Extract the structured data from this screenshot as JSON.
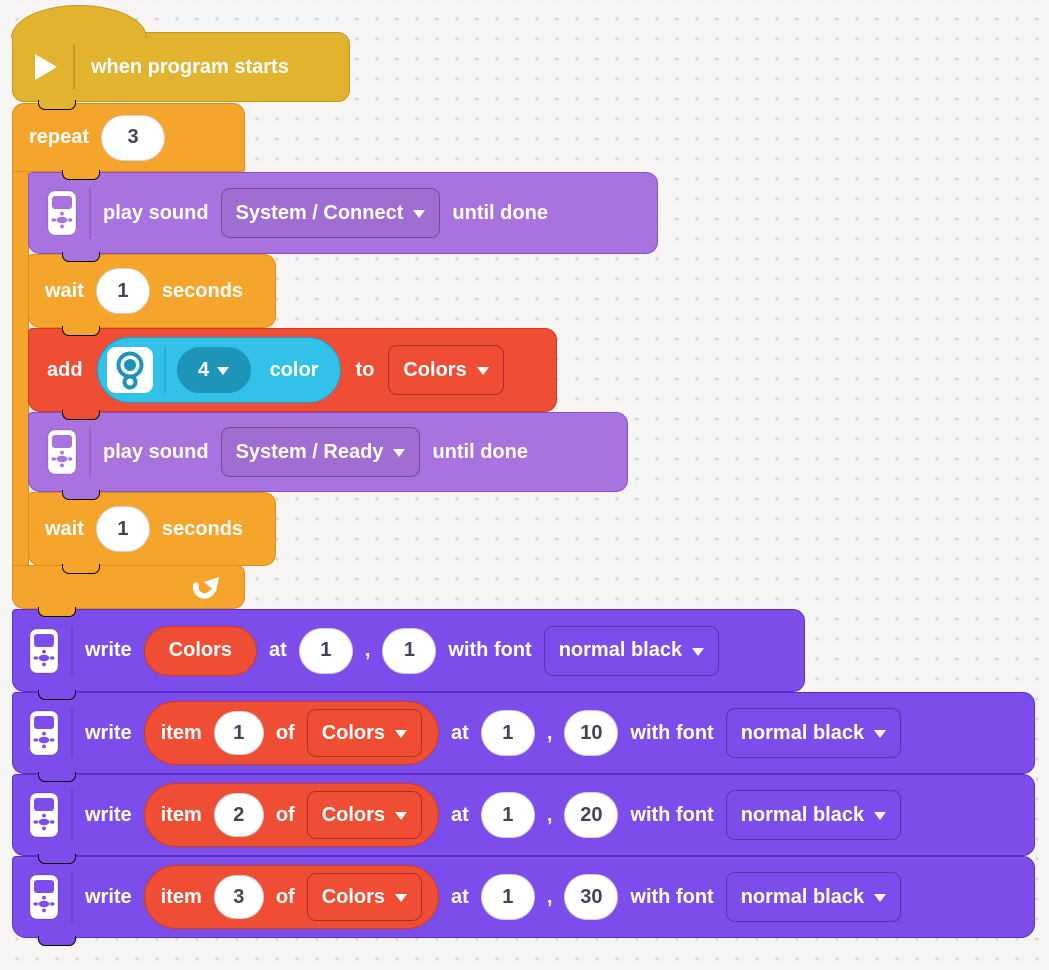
{
  "colors": {
    "background": "#F7F5F4",
    "events_yellow": "#E2B32F",
    "control_orange": "#F5A42C",
    "sound_purple": "#A973DF",
    "list_red": "#EF4D34",
    "sensor_cyan": "#31C1E9",
    "sensor_teal_dark": "#1D94B8",
    "display_violet": "#7C4DEA",
    "number_text": "#44435B"
  },
  "hat": {
    "label": "when program starts"
  },
  "repeat": {
    "label": "repeat",
    "count": "3"
  },
  "sound1": {
    "verb": "play sound",
    "sound": "System / Connect",
    "suffix": "until done"
  },
  "wait1": {
    "verb": "wait",
    "value": "1",
    "unit": "seconds"
  },
  "add": {
    "verb": "add",
    "port": "4",
    "sensor": "color",
    "to": "to",
    "list": "Colors"
  },
  "sound2": {
    "verb": "play sound",
    "sound": "System / Ready",
    "suffix": "until done"
  },
  "wait2": {
    "verb": "wait",
    "value": "1",
    "unit": "seconds"
  },
  "writes": [
    {
      "verb": "write",
      "value": "Colors",
      "at": "at",
      "x": "1",
      "comma": ",",
      "y": "1",
      "font_label": "with font",
      "font": "normal black"
    },
    {
      "verb": "write",
      "item": "item",
      "index": "1",
      "of": "of",
      "list": "Colors",
      "at": "at",
      "x": "1",
      "comma": ",",
      "y": "10",
      "font_label": "with font",
      "font": "normal black"
    },
    {
      "verb": "write",
      "item": "item",
      "index": "2",
      "of": "of",
      "list": "Colors",
      "at": "at",
      "x": "1",
      "comma": ",",
      "y": "20",
      "font_label": "with font",
      "font": "normal black"
    },
    {
      "verb": "write",
      "item": "item",
      "index": "3",
      "of": "of",
      "list": "Colors",
      "at": "at",
      "x": "1",
      "comma": ",",
      "y": "30",
      "font_label": "with font",
      "font": "normal black"
    }
  ]
}
